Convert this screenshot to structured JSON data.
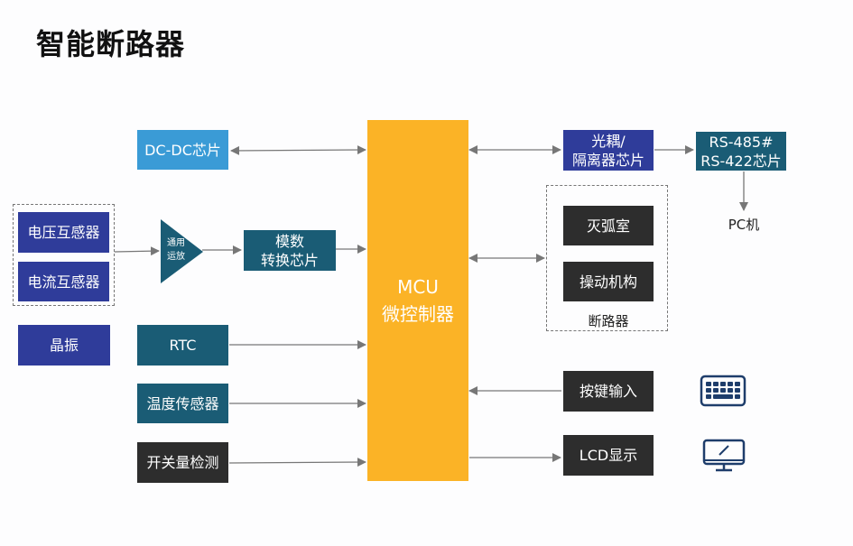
{
  "title": "智能断路器",
  "mcu": {
    "line1": "MCU",
    "line2": "微控制器"
  },
  "left": {
    "dcdc": "DC-DC芯片",
    "voltage_sensor": "电压互感器",
    "current_sensor": "电流互感器",
    "amp_line1": "通用",
    "amp_line2": "运放",
    "adc_line1": "模数",
    "adc_line2": "转换芯片",
    "crystal": "晶振",
    "rtc": "RTC",
    "temp_sensor": "温度传感器",
    "switch_detect": "开关量检测"
  },
  "right": {
    "optocoupler_line1": "光耦/",
    "optocoupler_line2": "隔离器芯片",
    "rs_line1": "RS-485#",
    "rs_line2": "RS-422芯片",
    "pc": "PC机",
    "arc_chamber": "灭弧室",
    "mechanism": "操动机构",
    "breaker_group": "断路器",
    "key_input": "按键输入",
    "lcd": "LCD显示"
  },
  "icons": {
    "keyboard": "keyboard-icon",
    "monitor": "monitor-icon"
  },
  "colors": {
    "mcu": "#fbb326",
    "teal": "#1a5c75",
    "blue": "#2f3c9a",
    "sky": "#3a9bd6",
    "dark": "#2d2d2d",
    "line": "#777777",
    "icon": "#1e3d6b"
  }
}
